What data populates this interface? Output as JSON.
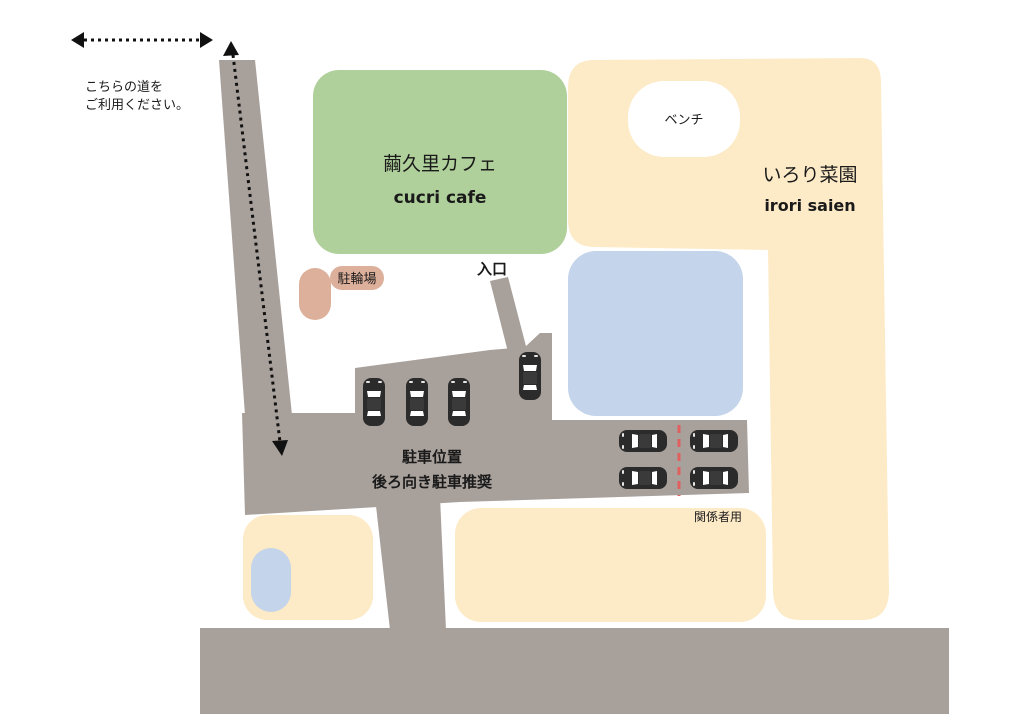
{
  "colors": {
    "road": "#a8a09b",
    "cafe": "#b0d09b",
    "garden": "#fdebc8",
    "pond": "#c4d4ea",
    "bicycle": "#ddb09b",
    "divider": "#e06060",
    "bench": "#ffffff",
    "car_body": "#2b2b2b",
    "car_glass": "#ffffff"
  },
  "notice": {
    "line1": "こちらの道を",
    "line2": "ご利用ください。"
  },
  "cafe": {
    "name_ja": "繭久里カフェ",
    "name_en": "cucri cafe"
  },
  "garden": {
    "name_ja": "いろり菜園",
    "name_en": "irori saien"
  },
  "bench": {
    "label": "ベンチ"
  },
  "bicycle_parking": {
    "label": "駐輪場"
  },
  "entrance": {
    "label": "入口"
  },
  "parking": {
    "line1": "駐車位置",
    "line2": "後ろ向き駐車推奨"
  },
  "staff": {
    "label": "関係者用"
  },
  "icons": {
    "arrow_horizontal": "double-arrow-horizontal-icon",
    "arrow_vertical": "double-arrow-vertical-icon",
    "car": "car-icon"
  }
}
